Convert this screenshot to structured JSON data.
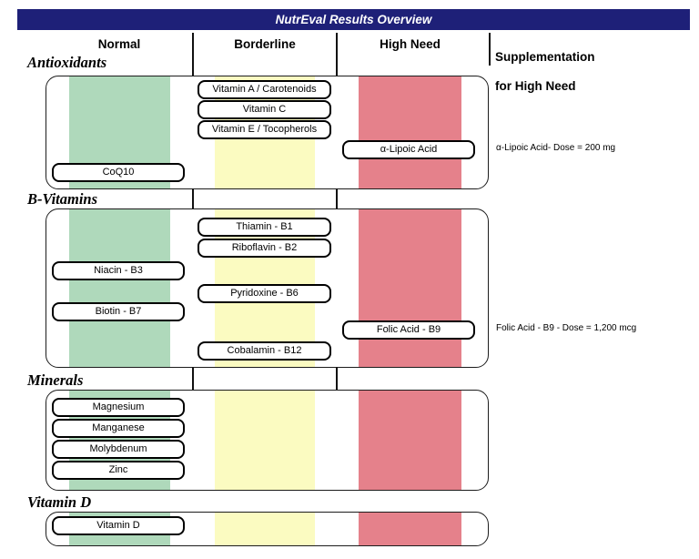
{
  "title": "NutrEval Results Overview",
  "colors": {
    "navy": "#1E2078",
    "normal_green": "#AFD9BB",
    "borderline_yellow": "#FBFBC1",
    "high_need_red": "#E5818B"
  },
  "columns": [
    {
      "label": "Normal"
    },
    {
      "label": "Borderline"
    },
    {
      "label": "High Need"
    }
  ],
  "supplementation_header": {
    "line1": "Supplementation",
    "line2": "for High Need"
  },
  "sections": [
    {
      "label": "Antioxidants",
      "items": [
        {
          "name": "Vitamin A / Carotenoids",
          "status": "borderline"
        },
        {
          "name": "Vitamin C",
          "status": "borderline"
        },
        {
          "name": "Vitamin E / Tocopherols",
          "status": "borderline"
        },
        {
          "name": "α-Lipoic Acid",
          "status": "high_need"
        },
        {
          "name": "CoQ10",
          "status": "normal"
        }
      ],
      "supplementation_note": "α-Lipoic Acid- Dose = 200 mg"
    },
    {
      "label": "B-Vitamins",
      "items": [
        {
          "name": "Thiamin - B1",
          "status": "borderline"
        },
        {
          "name": "Riboflavin - B2",
          "status": "borderline"
        },
        {
          "name": "Niacin - B3",
          "status": "normal"
        },
        {
          "name": "Pyridoxine - B6",
          "status": "borderline"
        },
        {
          "name": "Biotin - B7",
          "status": "normal"
        },
        {
          "name": "Folic Acid - B9",
          "status": "high_need"
        },
        {
          "name": "Cobalamin - B12",
          "status": "borderline"
        }
      ],
      "supplementation_note": "Folic Acid - B9  - Dose = 1,200 mcg"
    },
    {
      "label": "Minerals",
      "items": [
        {
          "name": "Magnesium",
          "status": "normal"
        },
        {
          "name": "Manganese",
          "status": "normal"
        },
        {
          "name": "Molybdenum",
          "status": "normal"
        },
        {
          "name": "Zinc",
          "status": "normal"
        }
      ],
      "supplementation_note": ""
    },
    {
      "label": "Vitamin D",
      "items": [
        {
          "name": "Vitamin D",
          "status": "normal"
        }
      ],
      "supplementation_note": ""
    }
  ]
}
